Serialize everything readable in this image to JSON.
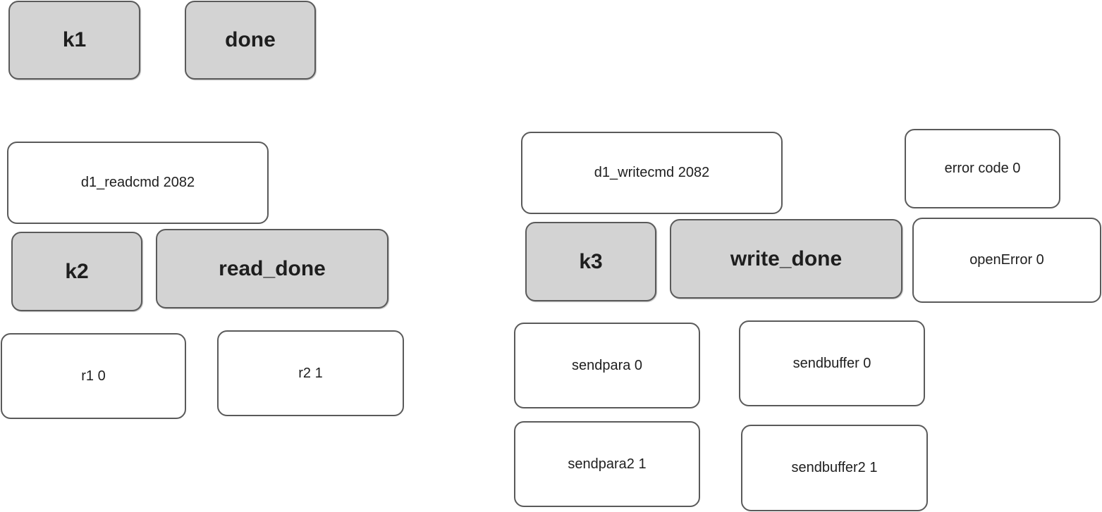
{
  "buttons": {
    "k1": "k1",
    "done": "done",
    "k2": "k2",
    "read_done": "read_done",
    "k3": "k3",
    "write_done": "write_done"
  },
  "displays": {
    "d1_readcmd": "d1_readcmd 2082",
    "r1": "r1 0",
    "r2": "r2 1",
    "d1_writecmd": "d1_writecmd 2082",
    "error_code": "error code 0",
    "open_error": "openError 0",
    "sendpara": "sendpara 0",
    "sendbuffer": "sendbuffer 0",
    "sendpara2": "sendpara2 1",
    "sendbuffer2": "sendbuffer2 1"
  }
}
